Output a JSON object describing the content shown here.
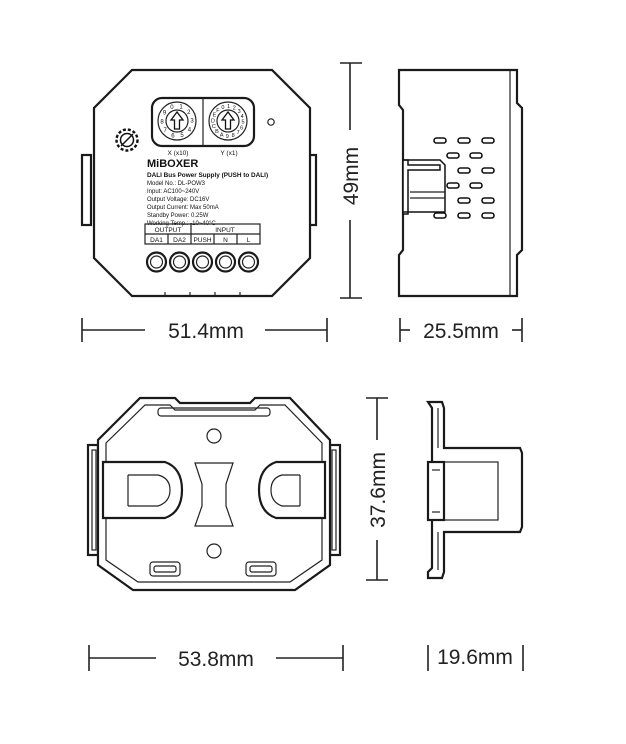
{
  "module": {
    "brand": "MiBOXER",
    "product_title": "DALI Bus Power Supply (PUSH to DALI)",
    "spec_lines": [
      "Model No.: DL-POW3",
      "Input: AC100~240V",
      "Output Voltage: DC16V",
      "Output Current: Max 50mA",
      "Standby Power: 0.25W",
      "Working Temp.: -10~40°C"
    ],
    "dial_x_label": "X (x10)",
    "dial_y_label": "Y (x1)",
    "dial_x_digits": "0123456789",
    "dial_y_digits": "0123456789ABCDEF",
    "terminal_groups": {
      "output": "OUTPUT",
      "input": "INPUT"
    },
    "terminals": [
      "DA1",
      "DA2",
      "PUSH",
      "N",
      "L"
    ]
  },
  "dimensions": {
    "front_width": "51.4mm",
    "front_height": "49mm",
    "side_depth": "25.5mm",
    "bracket_width": "53.8mm",
    "bracket_height": "37.6mm",
    "bracket_depth": "19.6mm"
  }
}
